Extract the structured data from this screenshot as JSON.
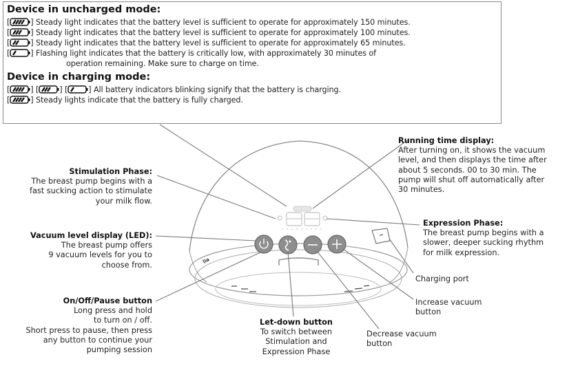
{
  "uncharged": {
    "heading": "Device in uncharged mode:",
    "lines": [
      "Steady light indicates that the battery level is sufficient to operate for approximately 150 minutes.",
      "Steady light indicates that the battery level is sufficient to operate for approximately 100 minutes.",
      "Steady light indicates that the battery level is sufficient to operate for approximately 65 minutes.",
      "Flashing light indicates that the battery is critically low, with approximately 30 minutes of",
      "operation remaining. Make sure to charge on time."
    ]
  },
  "charging": {
    "heading": "Device in charging mode:",
    "lines": [
      "All battery indicators blinking signify that the battery is charging.",
      "Steady lights indicate that the battery is fully charged."
    ]
  },
  "labels": {
    "stimulation": {
      "title": "Stimulation Phase:",
      "lines": [
        "The breast pump begins with a",
        "fast sucking action to stimulate",
        "your milk flow."
      ]
    },
    "vacuum_led": {
      "title": "Vacuum level display (LED):",
      "lines": [
        "The breast pump offers",
        "9 vacuum levels for you to",
        "choose from."
      ]
    },
    "onoff": {
      "title": "On/Off/Pause button",
      "lines": [
        "Long press and hold",
        "to turn on / off.",
        "Short press to pause, then press",
        "any button to continue your",
        "pumping session"
      ]
    },
    "letdown": {
      "title": "Let-down button",
      "lines": [
        "To switch between",
        "Stimulation and",
        "Expression Phase"
      ]
    },
    "running": {
      "title": "Running time display:",
      "lines": [
        "After turning on, it shows the vacuum",
        "level, and then displays the time after",
        "about 5 seconds. 00 to 30 min. The",
        "pump will shut off automatically after",
        "30 minutes."
      ]
    },
    "expression": {
      "title": "Expression Phase:",
      "lines": [
        "The breast pump begins with a",
        "slower, deeper sucking rhythm",
        "for milk expression."
      ]
    },
    "charging_port": "Charging port",
    "increase": [
      "Increase vacuum",
      "button"
    ],
    "decrease": [
      "Decrease vacuum",
      "button"
    ]
  },
  "colors": {
    "line": "#777777",
    "text": "#222222",
    "button": "#8e8e8e"
  }
}
